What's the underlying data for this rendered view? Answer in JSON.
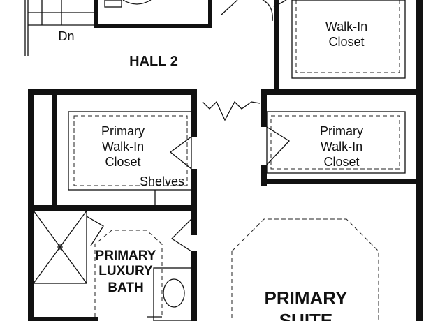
{
  "rooms": {
    "hall": "HALL 2",
    "stair_dn": "Dn",
    "walkin_top": [
      "Walk-In",
      "Closet"
    ],
    "primary_closet_left": [
      "Primary",
      "Walk-In",
      "Closet"
    ],
    "primary_closet_right": [
      "Primary",
      "Walk-In",
      "Closet"
    ],
    "shelves": "Shelves",
    "bath": [
      "PRIMARY",
      "LUXURY",
      "BATH"
    ],
    "suite": [
      "PRIMARY",
      "SUITE"
    ]
  }
}
